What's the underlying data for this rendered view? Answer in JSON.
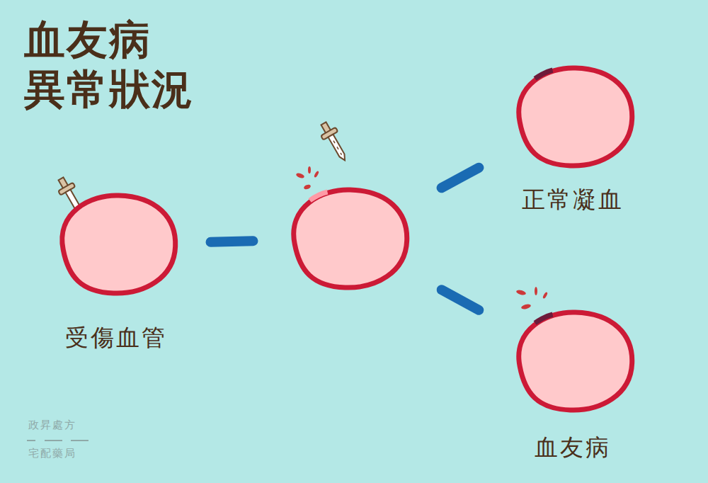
{
  "diagram": {
    "title": "血友病 異常狀況",
    "nodes": [
      {
        "text": [
          "受傷血管"
        ]
      },
      {
        "text": []
      },
      {
        "text": [
          "正常凝血"
        ]
      },
      {
        "text": [
          "血友病"
        ]
      }
    ],
    "edges": [
      {
        "from": 0,
        "to": 1,
        "arrow": "none"
      },
      {
        "from": 1,
        "to": 2,
        "arrow": "none"
      },
      {
        "from": 1,
        "to": 3,
        "arrow": "none"
      }
    ],
    "labels": [
      "政昇處方",
      "宅配藥局"
    ]
  }
}
